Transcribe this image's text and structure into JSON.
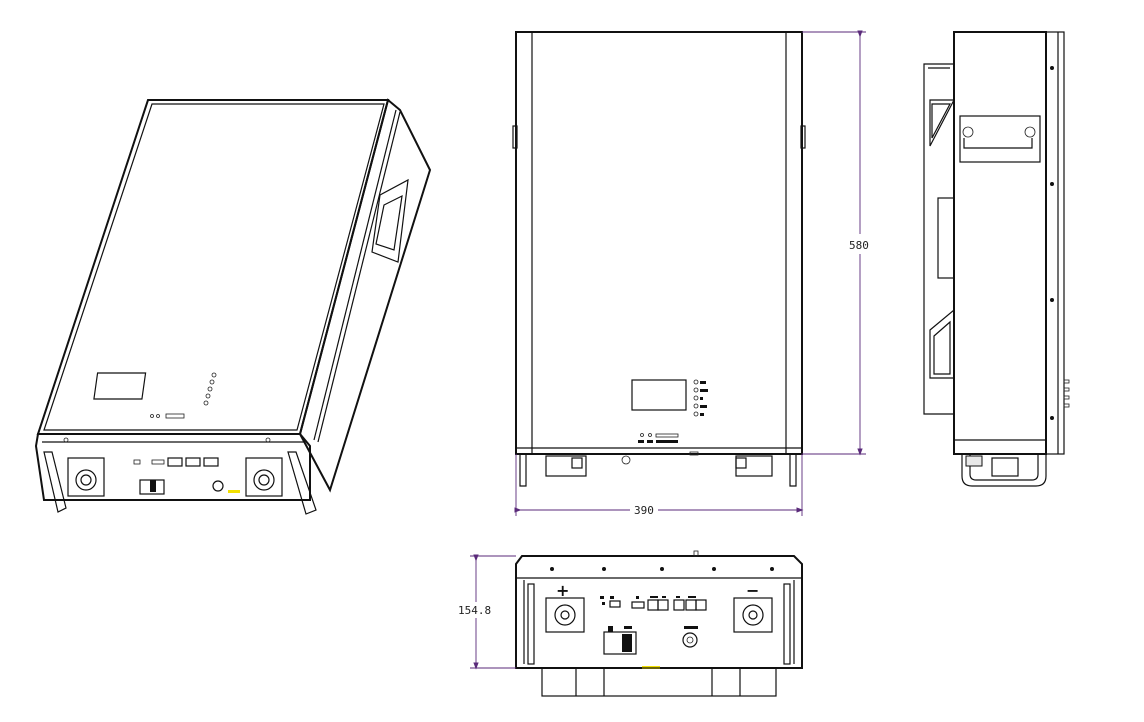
{
  "dimensions": {
    "height_label": "580",
    "width_label": "390",
    "depth_label": "154.8"
  },
  "panel": {
    "terminal_positive": "+",
    "terminal_negative": "−"
  },
  "colors": {
    "line": "#111111",
    "dimension_line": "#5a2a7a",
    "highlight": "#f2e000"
  }
}
